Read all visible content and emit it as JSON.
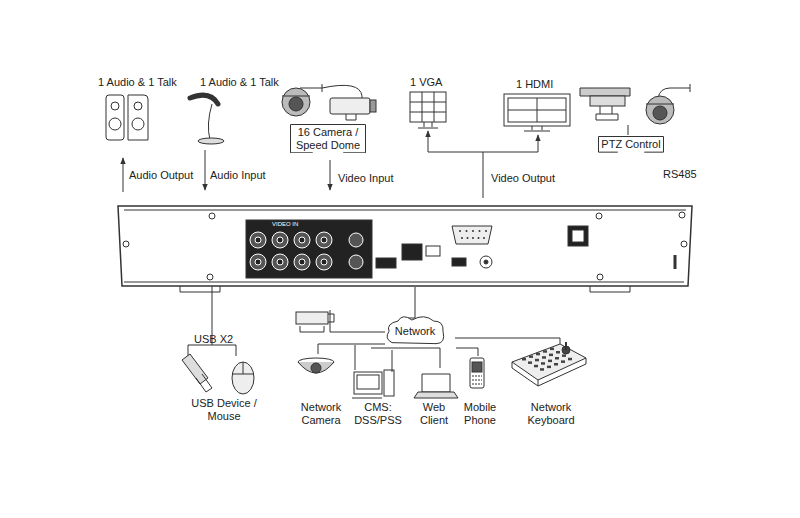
{
  "diagram": {
    "nodes": [
      {
        "text": [
          "16 Camera / Speed Dome"
        ]
      },
      {
        "text": [
          "PTZ Control"
        ]
      },
      {
        "text": [
          "Network"
        ]
      }
    ],
    "labels": [
      "1 Audio & 1 Talk",
      "1 Audio & 1 Talk",
      "Audio Output",
      "Audio Input",
      "Video Input",
      "1 VGA",
      "1 HDMI",
      "Video Output",
      "RS485",
      "VIDEO IN",
      "VGA",
      "USB X2",
      "USB Device / Mouse",
      "Network Camera",
      "CMS: DSS/PSS",
      "Web Client",
      "Mobile Phone",
      "Network Keyboard"
    ]
  }
}
